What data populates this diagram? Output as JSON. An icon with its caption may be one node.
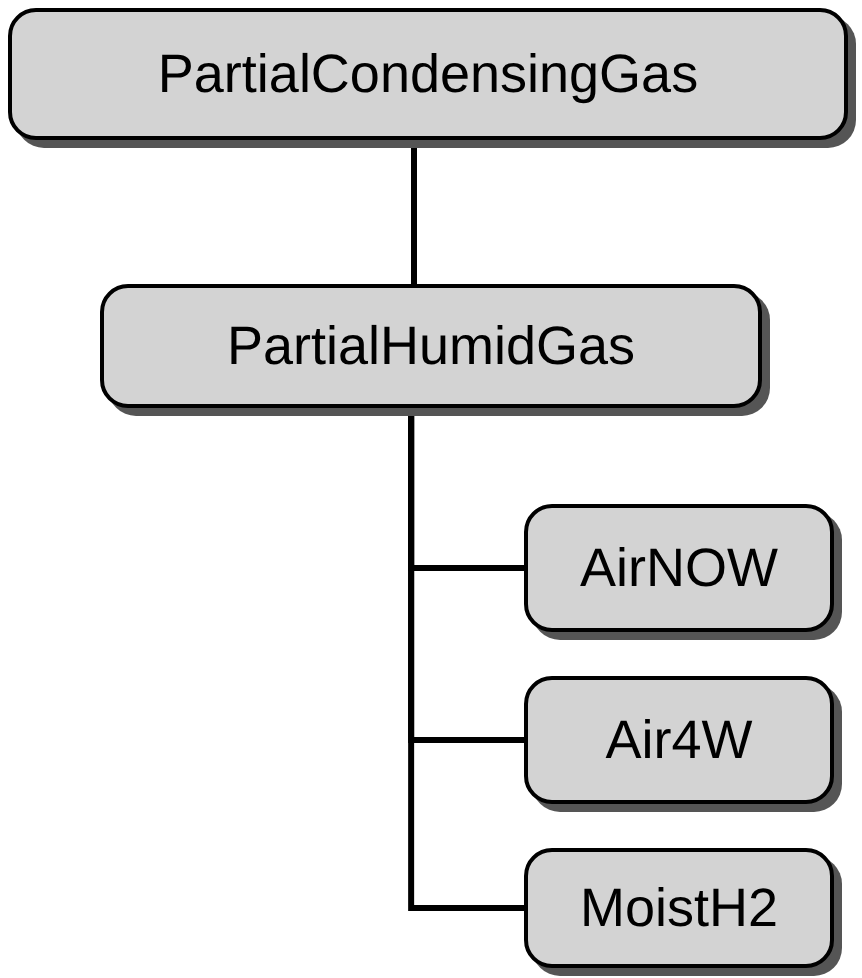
{
  "diagram": {
    "nodes": [
      {
        "text": [
          "PartialCondensingGas"
        ]
      },
      {
        "text": [
          "PartialHumidGas"
        ]
      },
      {
        "text": [
          "AirNOW"
        ]
      },
      {
        "text": [
          "Air4W"
        ]
      },
      {
        "text": [
          "MoistH2"
        ]
      }
    ],
    "edges": [
      {
        "from": 0,
        "to": 1,
        "arrow": "none"
      },
      {
        "from": 1,
        "to": 2,
        "arrow": "none"
      },
      {
        "from": 1,
        "to": 3,
        "arrow": "none"
      },
      {
        "from": 1,
        "to": 4,
        "arrow": "none"
      }
    ]
  }
}
